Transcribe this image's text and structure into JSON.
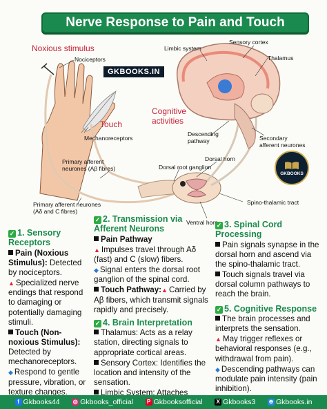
{
  "title": "Nerve Response to Pain and Touch",
  "watermark": "GKBOOKS.IN",
  "logo_text": "GKBOOKS",
  "diagram_labels": {
    "noxious": "Noxious stimulus",
    "nociceptors": "Nociceptors",
    "touch": "Touch",
    "mechanoreceptors": "Mechanoreceptors",
    "primary_ab": "Primary afferent\nneurones (Aβ fibres)",
    "primary_ad": "Primary afferent neurones\n(Aδ and C fibres)",
    "limbic": "Limbic system",
    "sensory_cortex": "Sensory cortex",
    "thalamus": "Thalamus",
    "cognitive": "Cognitive\nactivities",
    "descending": "Descending\npathway",
    "secondary": "Secondary\nafferent neurones",
    "dorsal_horn": "Dorsal horn",
    "drg": "Dorsal root ganglion",
    "spino": "Spino-thalamic tract",
    "ventral": "Ventral horn"
  },
  "sections": {
    "s1": {
      "heading": "1. Sensory Receptors",
      "pain_label": "Pain (Noxious Stimulus):",
      "pain_text": " Detected by nociceptors.",
      "pain_bullet": "Specialized nerve endings that respond to damaging or potentially damaging stimuli.",
      "touch_label": "Touch (Non-noxious Stimulus):",
      "touch_text": "Detected by mechanoreceptors.",
      "touch_bullet": "Respond to gentle pressure, vibration, or texture changes."
    },
    "s2": {
      "heading": "2. Transmission via Afferent Neurons",
      "pain_label": "Pain Pathway",
      "pain_b1": "Impulses travel through Aδ (fast) and C (slow) fibers.",
      "pain_b2": "Signal enters the dorsal root ganglion of the spinal cord.",
      "touch_label": "Touch Pathway:",
      "touch_text": "Carried by Aβ fibers, which transmit signals rapidly and precisely."
    },
    "s3": {
      "heading": "3. Spinal Cord Processing",
      "b1": "Pain signals synapse in the dorsal horn and ascend via the spino-thalamic tract.",
      "b2": "Touch signals travel via dorsal column pathways to reach the brain."
    },
    "s4": {
      "heading": "4. Brain Interpretation",
      "b1": "Thalamus: Acts as a relay station, directing signals to appropriate cortical areas.",
      "b2": "Sensory Cortex: Identifies the location and intensity of the sensation.",
      "b3": "Limbic System: Attaches emotional meaning to pain."
    },
    "s5": {
      "heading": "5. Cognitive Response",
      "b1": "The brain processes and interprets the sensation.",
      "b2": "May trigger reflexes or behavioral responses (e.g., withdrawal from pain).",
      "b3": "Descending pathways can modulate pain intensity (pain inhibition)."
    }
  },
  "footer": [
    {
      "icon": "facebook-icon",
      "text": "Gkbooks44",
      "color": "#1877f2",
      "glyph": "f"
    },
    {
      "icon": "instagram-icon",
      "text": "Gkbooks_official",
      "color": "#d62976",
      "glyph": "◎"
    },
    {
      "icon": "pinterest-icon",
      "text": "Gkbooksofficial",
      "color": "#e60023",
      "glyph": "P"
    },
    {
      "icon": "x-icon",
      "text": "Gkbooks3",
      "color": "#000000",
      "glyph": "X"
    },
    {
      "icon": "globe-icon",
      "text": "Gkbooks.in",
      "color": "#1e88e5",
      "glyph": "⊕"
    }
  ],
  "colors": {
    "accent": "#1b8a4e",
    "red": "#c8223a"
  }
}
